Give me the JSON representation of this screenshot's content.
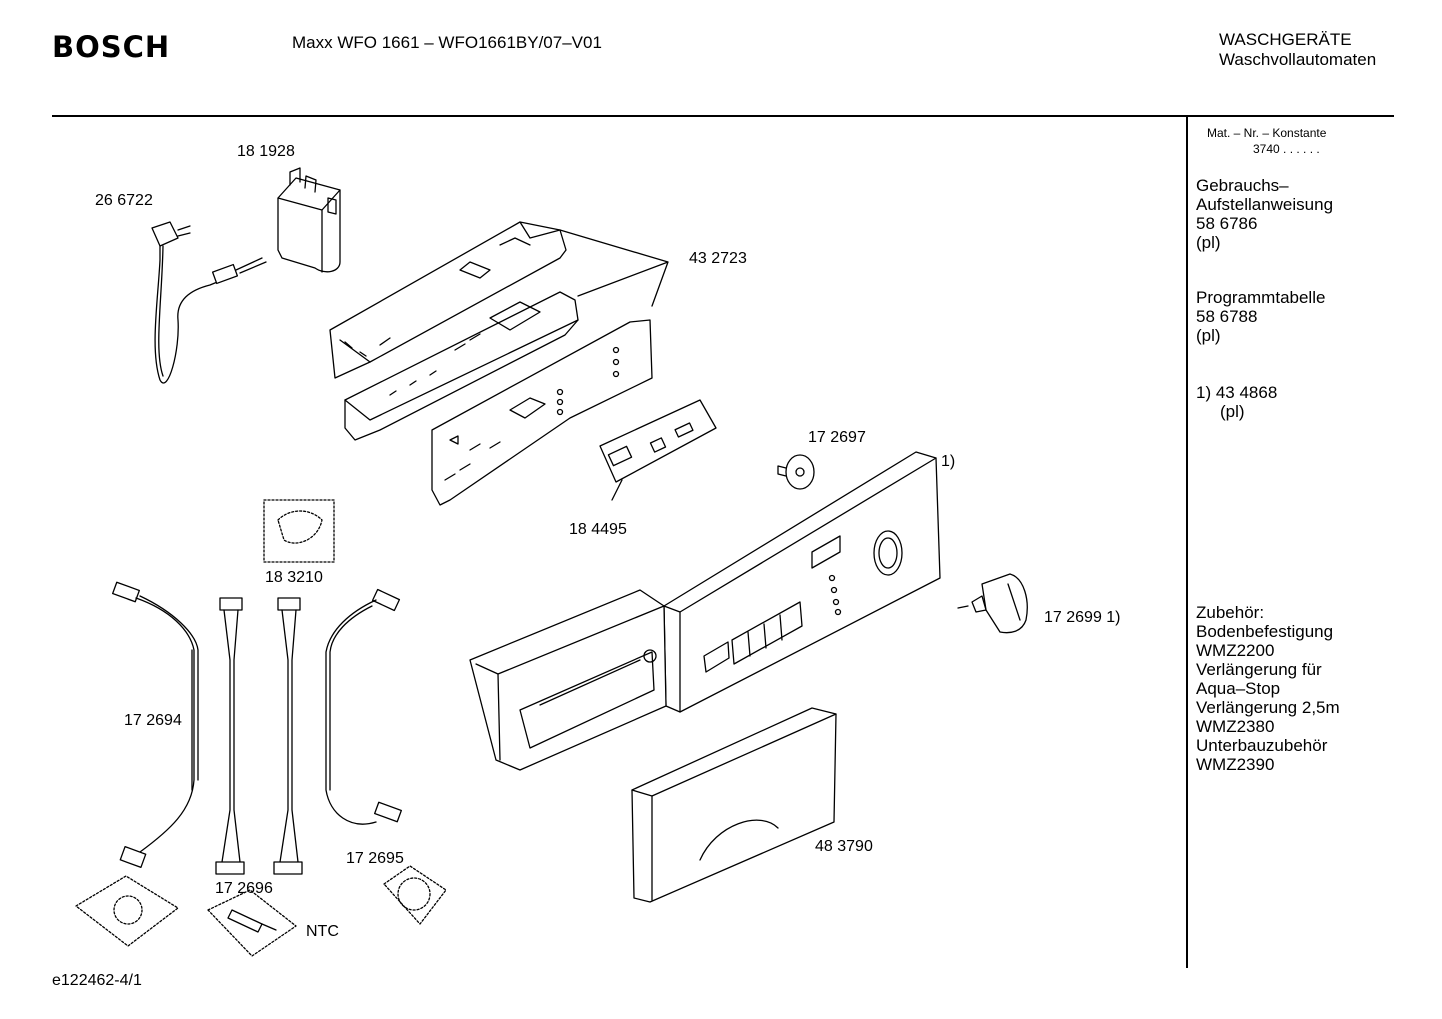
{
  "header": {
    "brand": "BOSCH",
    "model": "Maxx WFO 1661 – WFO1661BY/07–V01",
    "category_line1": "WASCHGERÄTE",
    "category_line2": "Waschvollautomaten"
  },
  "sidebar": {
    "mat_label": "Mat. – Nr. – Konstante",
    "mat_value": "3740  .  .  .  .  .  .",
    "manual_title1": "Gebrauchs–",
    "manual_title2": "Aufstellanweisung",
    "manual_no": "58 6786",
    "manual_lang": "(pl)",
    "program_title": "Programmtabelle",
    "program_no": "58 6788",
    "program_lang": "(pl)",
    "note_no": "1)  43 4868",
    "note_lang": "(pl)",
    "accessories": [
      "Zubehör:",
      "Bodenbefestigung",
      "WMZ2200",
      "Verlängerung für",
      "Aqua–Stop",
      "Verlängerung 2,5m",
      "WMZ2380",
      "Unterbauzubehör",
      "WMZ2390"
    ]
  },
  "parts": {
    "p181928": "18 1928",
    "p266722": "26 6722",
    "p432723": "43 2723",
    "p172697": "17 2697",
    "p1note": "1)",
    "p184495": "18 4495",
    "p183210": "18 3210",
    "p172699": "17 2699 1)",
    "p172694": "17 2694",
    "p172695": "17 2695",
    "p172696": "17 2696",
    "p483790": "48 3790",
    "ntc": "NTC"
  },
  "footer": {
    "drawing_no": "e122462-4/1"
  }
}
